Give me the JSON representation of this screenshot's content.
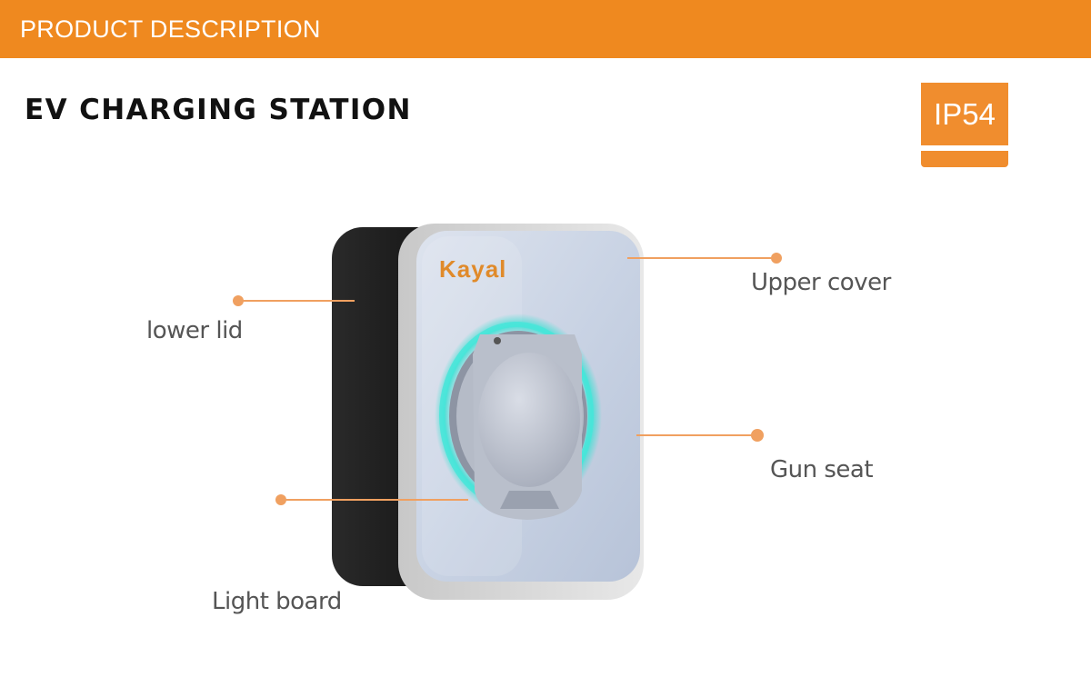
{
  "header": {
    "title": "PRODUCT DESCRIPTION"
  },
  "main": {
    "title": "EV CHARGING STATION"
  },
  "badge": {
    "label": "IP54"
  },
  "product": {
    "brand": "Kayal"
  },
  "callouts": {
    "upper_cover": "Upper cover",
    "lower_lid": "lower lid",
    "gun_seat": "Gun seat",
    "light_board": "Light board"
  },
  "colors": {
    "accent": "#ef891f",
    "callout_line": "#f0a060",
    "label_text": "#555555",
    "ring": "#3fe0d4"
  }
}
